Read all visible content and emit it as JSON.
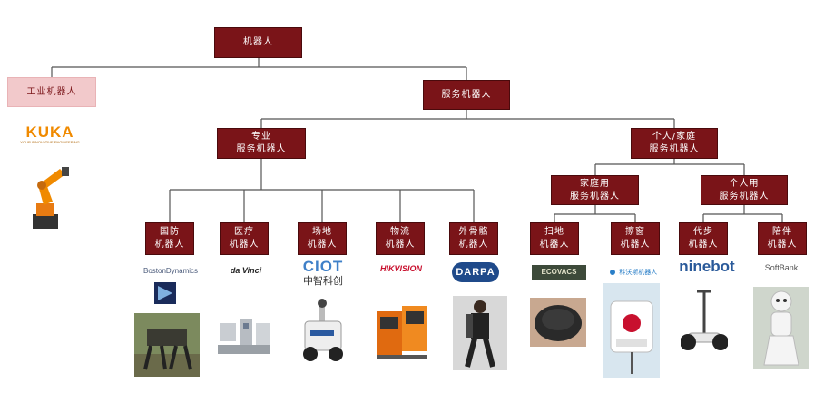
{
  "tree": {
    "root": "机器人",
    "industrial": "工业机器人",
    "service": "服务机器人",
    "professional": [
      "专业",
      "服务机器人"
    ],
    "personal_home": [
      "个人/家庭",
      "服务机器人"
    ],
    "household": [
      "家庭用",
      "服务机器人"
    ],
    "personal_use": [
      "个人用",
      "服务机器人"
    ],
    "leaves": [
      [
        "国防",
        "机器人"
      ],
      [
        "医疗",
        "机器人"
      ],
      [
        "场地",
        "机器人"
      ],
      [
        "物流",
        "机器人"
      ],
      [
        "外骨骼",
        "机器人"
      ],
      [
        "扫地",
        "机器人"
      ],
      [
        "擦窗",
        "机器人"
      ],
      [
        "代步",
        "机器人"
      ],
      [
        "陪伴",
        "机器人"
      ]
    ]
  },
  "logos": {
    "kuka": "KUKA",
    "kuka_sub": "YOUR INNOVATIVE ENGINEERING",
    "boston": "BostonDynamics",
    "davinci": "da Vinci",
    "ciot": "CIOT",
    "ciot_cn": "中智科创",
    "hikvision": "HIKVISION",
    "darpa": "DARPA",
    "ecovacs": "ECOVACS",
    "winbot": "科沃斯机器人",
    "ninebot": "ninebot",
    "softbank": "SoftBank"
  },
  "colors": {
    "node_fill": "#7a1418",
    "node_light": "#f2c9cb",
    "line": "#555555"
  }
}
